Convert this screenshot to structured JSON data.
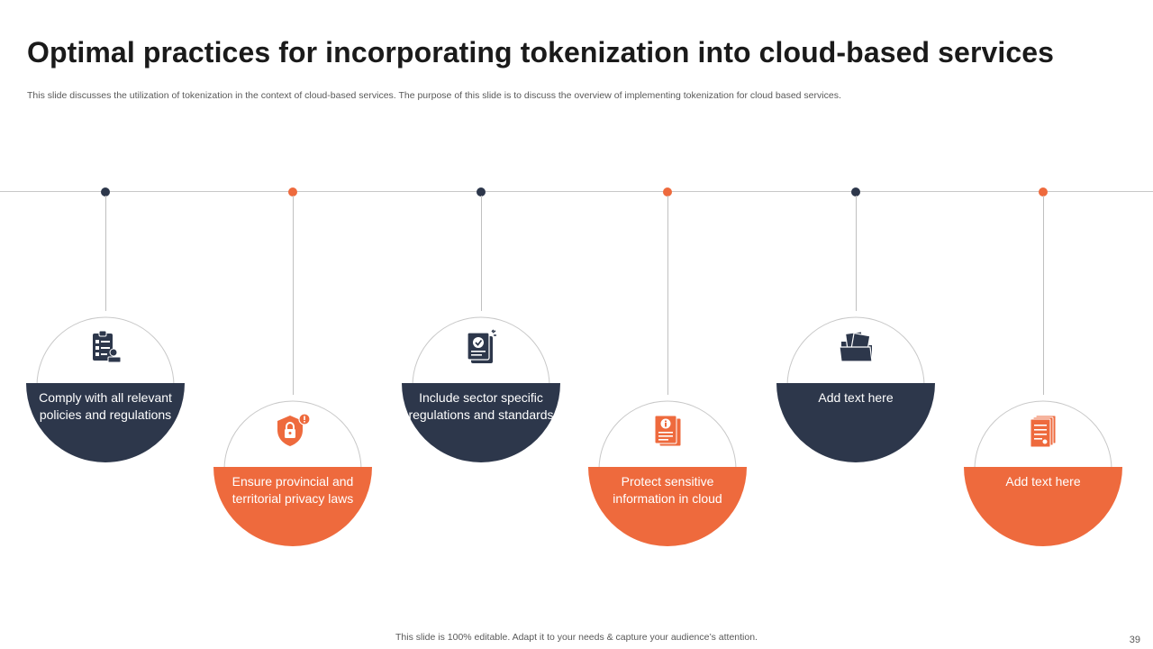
{
  "slide": {
    "title": "Optimal practices for incorporating tokenization into cloud-based services",
    "subtitle": "This slide discusses the utilization of tokenization in the context of cloud-based services. The purpose of this slide is to discuss the overview of implementing tokenization for cloud based services.",
    "footer": "This slide is 100% editable. Adapt it to your needs & capture your audience’s attention.",
    "page_number": "39"
  },
  "colors": {
    "navy": "#2d374b",
    "orange": "#ee6a3d",
    "line": "#c8c8c8"
  },
  "practices": [
    {
      "label": "Comply with all relevant policies and regulations",
      "color": "navy",
      "icon": "clipboard-checklist-icon"
    },
    {
      "label": "Ensure provincial and territorial privacy laws",
      "color": "orange",
      "icon": "shield-lock-alert-icon"
    },
    {
      "label": "Include sector specific regulations and standards",
      "color": "navy",
      "icon": "certificate-check-icon"
    },
    {
      "label": "Protect sensitive information in cloud",
      "color": "orange",
      "icon": "info-document-icon"
    },
    {
      "label": "Add text here",
      "color": "navy",
      "icon": "folder-documents-icon"
    },
    {
      "label": "Add text here",
      "color": "orange",
      "icon": "stacked-documents-icon"
    }
  ]
}
